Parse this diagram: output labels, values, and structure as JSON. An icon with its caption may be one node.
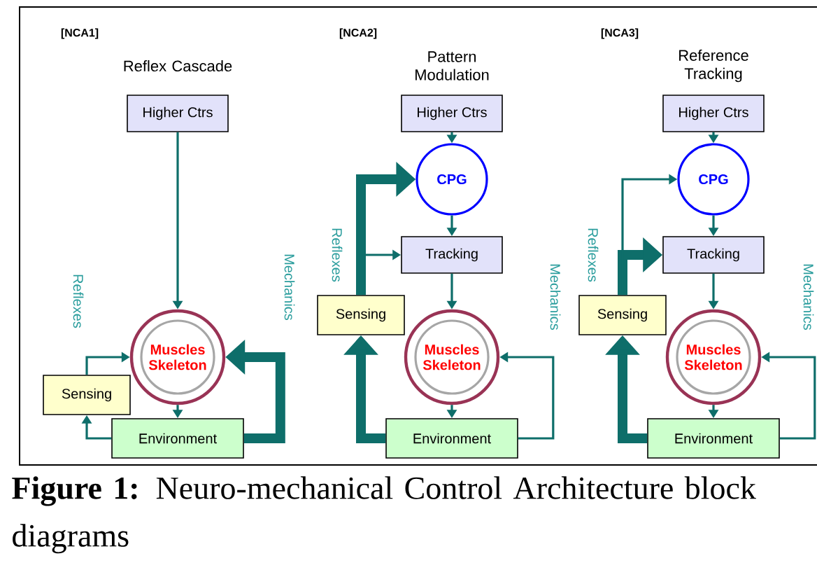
{
  "diagram": {
    "caption": "**Figure 1:**  Neuro-mechanical Control Architecture block diagrams",
    "nodes": [
      {
        "text": [
          "Higher Ctrs"
        ]
      },
      {
        "text": [
          "Muscles Skeleton"
        ]
      },
      {
        "text": [
          "Sensing"
        ]
      },
      {
        "text": [
          "Environment"
        ]
      },
      {
        "text": [
          "Higher Ctrs"
        ]
      },
      {
        "text": [
          "CPG"
        ]
      },
      {
        "text": [
          "Tracking"
        ]
      },
      {
        "text": [
          "Muscles Skeleton"
        ]
      },
      {
        "text": [
          "Sensing"
        ]
      },
      {
        "text": [
          "Environment"
        ]
      },
      {
        "text": [
          "Higher Ctrs"
        ]
      },
      {
        "text": [
          "CPG"
        ]
      },
      {
        "text": [
          "Tracking"
        ]
      },
      {
        "text": [
          "Muscles Skeleton"
        ]
      },
      {
        "text": [
          "Sensing"
        ]
      },
      {
        "text": [
          "Environment"
        ]
      }
    ],
    "edges": [
      {
        "from": 0,
        "to": 1,
        "arrow": "to"
      },
      {
        "from": 1,
        "to": 3,
        "arrow": "to"
      },
      {
        "from": 3,
        "to": 2,
        "arrow": "to"
      },
      {
        "from": 2,
        "to": 1,
        "arrow": "to",
        "label": "Reflexes"
      },
      {
        "from": 3,
        "to": 1,
        "arrow": "to",
        "label": "Mechanics",
        "style": "thick"
      },
      {
        "from": 4,
        "to": 5,
        "arrow": "to"
      },
      {
        "from": 5,
        "to": 6,
        "arrow": "to"
      },
      {
        "from": 6,
        "to": 7,
        "arrow": "to"
      },
      {
        "from": 7,
        "to": 9,
        "arrow": "to"
      },
      {
        "from": 9,
        "to": 8,
        "arrow": "to",
        "style": "thick"
      },
      {
        "from": 8,
        "to": 5,
        "arrow": "to",
        "label": "Reflexes",
        "style": "thick"
      },
      {
        "from": 8,
        "to": 6,
        "arrow": "to"
      },
      {
        "from": 9,
        "to": 7,
        "arrow": "to",
        "label": "Mechanics"
      },
      {
        "from": 10,
        "to": 11,
        "arrow": "to"
      },
      {
        "from": 11,
        "to": 12,
        "arrow": "to"
      },
      {
        "from": 12,
        "to": 13,
        "arrow": "to"
      },
      {
        "from": 13,
        "to": 15,
        "arrow": "to"
      },
      {
        "from": 15,
        "to": 14,
        "arrow": "to",
        "style": "thick"
      },
      {
        "from": 14,
        "to": 12,
        "arrow": "to",
        "label": "Reflexes",
        "style": "thick"
      },
      {
        "from": 14,
        "to": 11,
        "arrow": "to"
      },
      {
        "from": 15,
        "to": 13,
        "arrow": "to",
        "label": "Mechanics"
      }
    ],
    "labels": [
      "[NCA1]",
      "Reflex Cascade",
      "[NCA2]",
      "Pattern Modulation",
      "[NCA3]",
      "Reference Tracking"
    ]
  }
}
